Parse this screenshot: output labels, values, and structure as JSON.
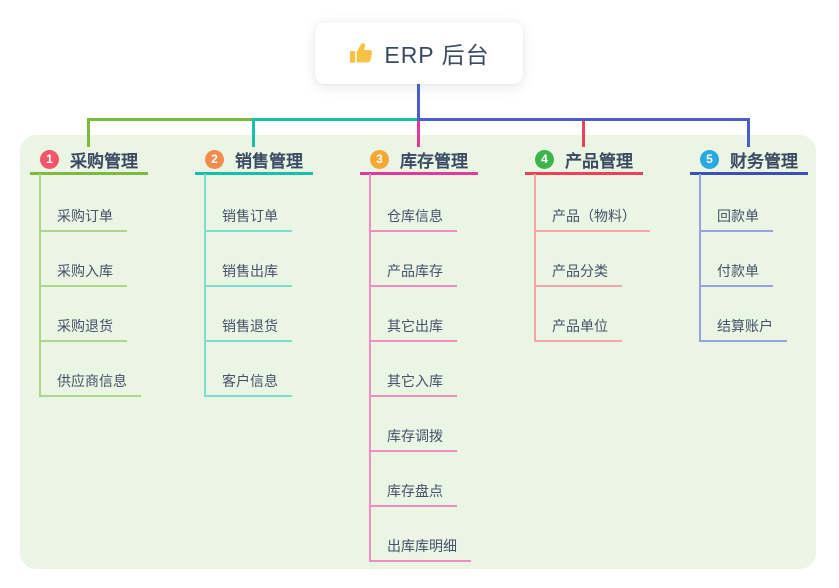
{
  "root": {
    "title": "ERP 后台",
    "icon": "thumbs-up-icon",
    "icon_color": "#f6c243",
    "trunk_color": "#4a5ec7"
  },
  "board": {
    "background_color": "#eaf6e3"
  },
  "branches": [
    {
      "number": "1",
      "label": "采购管理",
      "badge_color": "#f1566b",
      "line_color": "#7cbb3f",
      "child_line_color": "#a9d688",
      "children": [
        "采购订单",
        "采购入库",
        "采购退货",
        "供应商信息"
      ]
    },
    {
      "number": "2",
      "label": "销售管理",
      "badge_color": "#f28c4c",
      "line_color": "#19bfae",
      "child_line_color": "#80dcd2",
      "children": [
        "销售订单",
        "销售出库",
        "销售退货",
        "客户信息"
      ]
    },
    {
      "number": "3",
      "label": "库存管理",
      "badge_color": "#f6a832",
      "line_color": "#e03a9c",
      "child_line_color": "#f18cc5",
      "children": [
        "仓库信息",
        "产品库存",
        "其它出库",
        "其它入库",
        "库存调拨",
        "库存盘点",
        "出库库明细"
      ]
    },
    {
      "number": "4",
      "label": "产品管理",
      "badge_color": "#3cb44b",
      "line_color": "#ee4058",
      "child_line_color": "#f8a4ad",
      "children": [
        "产品（物料）",
        "产品分类",
        "产品单位"
      ]
    },
    {
      "number": "5",
      "label": "财务管理",
      "badge_color": "#29a9e0",
      "line_color": "#3c4fb5",
      "child_line_color": "#97a2e0",
      "children": [
        "回款单",
        "付款单",
        "结算账户"
      ]
    }
  ]
}
